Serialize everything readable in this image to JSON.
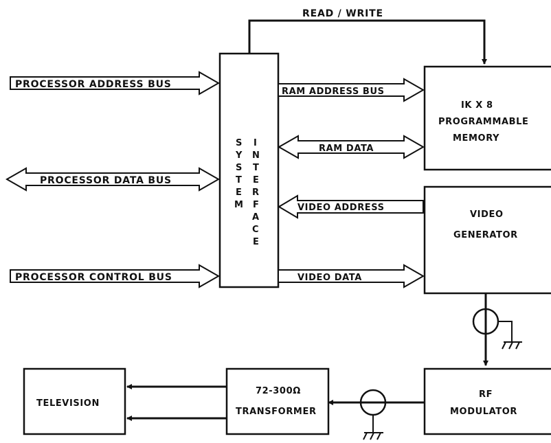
{
  "diagram": {
    "read_write": "READ / WRITE",
    "system_col": [
      "S",
      "Y",
      "S",
      "T",
      "E",
      "M"
    ],
    "interface_col": [
      "I",
      "N",
      "T",
      "E",
      "R",
      "F",
      "A",
      "C",
      "E"
    ],
    "processor_address_bus": "PROCESSOR ADDRESS BUS",
    "processor_data_bus": "PROCESSOR DATA BUS",
    "processor_control_bus": "PROCESSOR CONTROL BUS",
    "ram_address_bus": "RAM ADDRESS BUS",
    "ram_data": "RAM DATA",
    "video_address": "VIDEO ADDRESS",
    "video_data": "VIDEO DATA",
    "memory_box": [
      "IK X 8",
      "PROGRAMMABLE",
      "MEMORY"
    ],
    "video_box": [
      "VIDEO",
      "GENERATOR"
    ],
    "rf_box": [
      "RF",
      "MODULATOR"
    ],
    "transformer_box": [
      "72-300Ω",
      "TRANSFORMER"
    ],
    "tv_box": "TELEVISION"
  }
}
